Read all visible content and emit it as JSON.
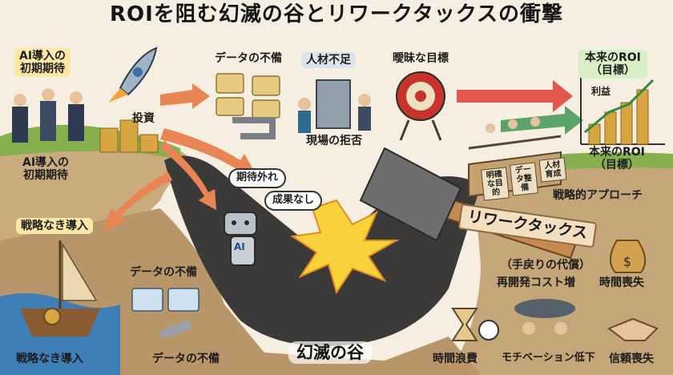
{
  "title": "ROIを阻む幻滅の谷とリワークタックスの衝撃",
  "left_top": {
    "ai_expectation": "AI導入の\n初期期待",
    "investment": "投資",
    "ai_expectation_lower": "AI導入の\n初期期待"
  },
  "issues": {
    "data_gap": "データの不備",
    "talent_gap": "人材不足",
    "vague_goal": "曖昧な目標",
    "field_rejection": "現場の拒否"
  },
  "roi": {
    "target_top": "本来のROI\n（目標）",
    "profit": "利益",
    "target_right": "本来のROI\n（目標）"
  },
  "bridge": {
    "plank_1": "明確な目的",
    "plank_2": "データ整備",
    "plank_3": "人材育成",
    "strategy": "戦略的アプローチ"
  },
  "valley": {
    "bubble_1": "期待外れ",
    "bubble_2": "成果なし",
    "robot_label": "AI",
    "no_strategy_top": "戦略なき導入",
    "no_strategy_bottom": "戦略なき導入",
    "data_gap_mid": "データの不備",
    "data_gap_bottom": "データの不備",
    "valley_name": "幻滅の谷"
  },
  "rework": {
    "label": "リワークタックス",
    "sub": "（手戻りの代償）",
    "redevelop_cost": "再開発コスト増",
    "time_loss": "時間喪失",
    "time_waste": "時間浪費",
    "motivation_drop": "モチベーション低下",
    "trust_loss": "信頼喪失"
  },
  "colors": {
    "arrow": "#e98552",
    "valley": "#3c3a38",
    "gold": "#d8a640",
    "sky": "#f6efe1",
    "grass": "#7aa64a"
  }
}
